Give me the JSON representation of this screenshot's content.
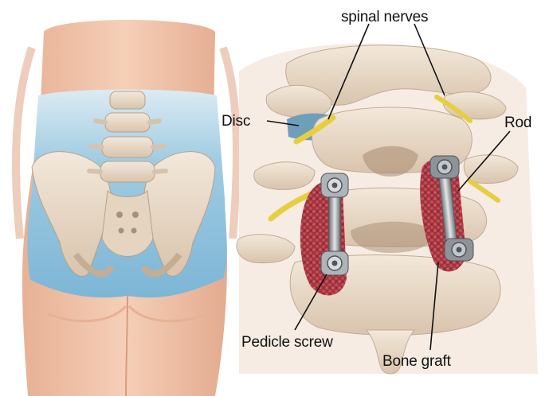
{
  "labels": {
    "spinal_nerves": "spinal nerves",
    "disc": "Disc",
    "rod": "Rod",
    "pedicle_screw": "Pedicle screw",
    "bone_graft": "Bone graft"
  },
  "colors": {
    "skin": "#f2c7ad",
    "skin_shadow": "#dfa88b",
    "underlay": "#8fc4df",
    "bone": "#eadccb",
    "bone_shadow": "#c9b39c",
    "graft": "#a83d45",
    "nerve": "#e8d24a",
    "hardware": "#9ea4a8"
  }
}
